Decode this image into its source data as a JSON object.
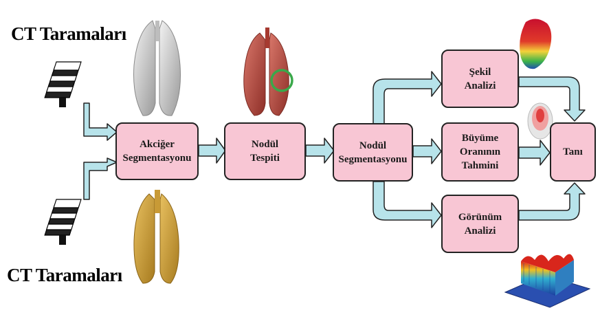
{
  "ct_labels": {
    "top": "CT Taramaları",
    "bottom": "CT Taramaları"
  },
  "boxes": {
    "lung_seg": {
      "line1": "Akciğer",
      "line2": "Segmentasyonu"
    },
    "nodule_detect": {
      "line1": "Nodül",
      "line2": "Tespiti"
    },
    "nodule_seg": {
      "line1": "Nodül",
      "line2": "Segmentasyonu"
    },
    "shape": {
      "line1": "Şekil",
      "line2": "Analizi"
    },
    "growth": {
      "line1": "Büyüme",
      "line2": "Oranının",
      "line3": "Tahmini"
    },
    "appearance": {
      "line1": "Görünüm",
      "line2": "Analizi"
    },
    "diagnosis": {
      "line1": "Tanı"
    }
  },
  "colors": {
    "box_fill": "#f8c6d4",
    "arrow_fill": "#b7e3ea",
    "outline": "#222222",
    "highlight_circle": "#3aa84a"
  },
  "icons": {
    "ct_stack": "ct-scan-stack-icon",
    "lung_gray": "gray-lung-model",
    "lung_red": "red-lung-with-nodule",
    "lung_gold": "gold-lung-model",
    "shape_blob": "colored-shape-blob",
    "growth_blob": "growth-nodule-image",
    "surface_plot": "3d-surface-plot"
  }
}
